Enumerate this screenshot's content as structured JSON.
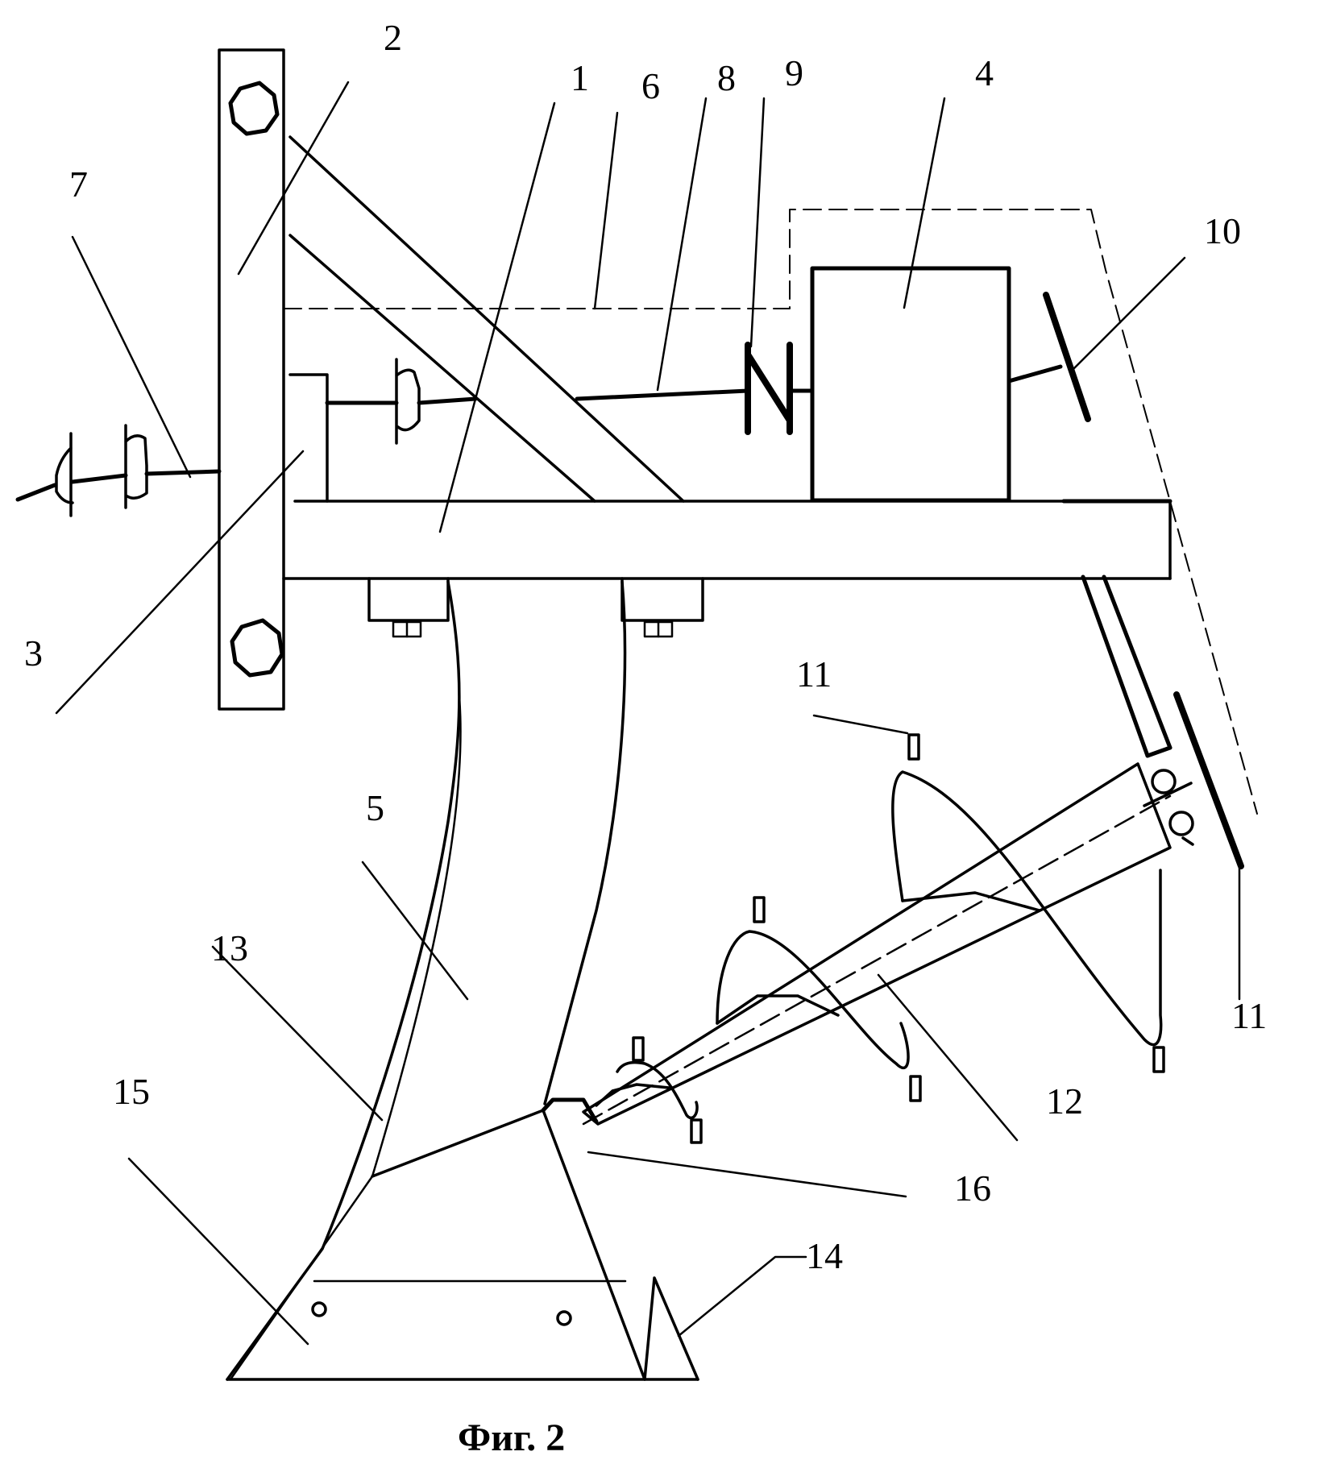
{
  "figure": {
    "caption": "Фиг. 2",
    "labels": {
      "l1": "1",
      "l2": "2",
      "l3": "3",
      "l4": "4",
      "l5": "5",
      "l6": "6",
      "l7": "7",
      "l8": "8",
      "l9": "9",
      "l10": "10",
      "l11a": "11",
      "l11b": "11",
      "l12": "12",
      "l13": "13",
      "l14": "14",
      "l15": "15",
      "l16": "16"
    }
  }
}
